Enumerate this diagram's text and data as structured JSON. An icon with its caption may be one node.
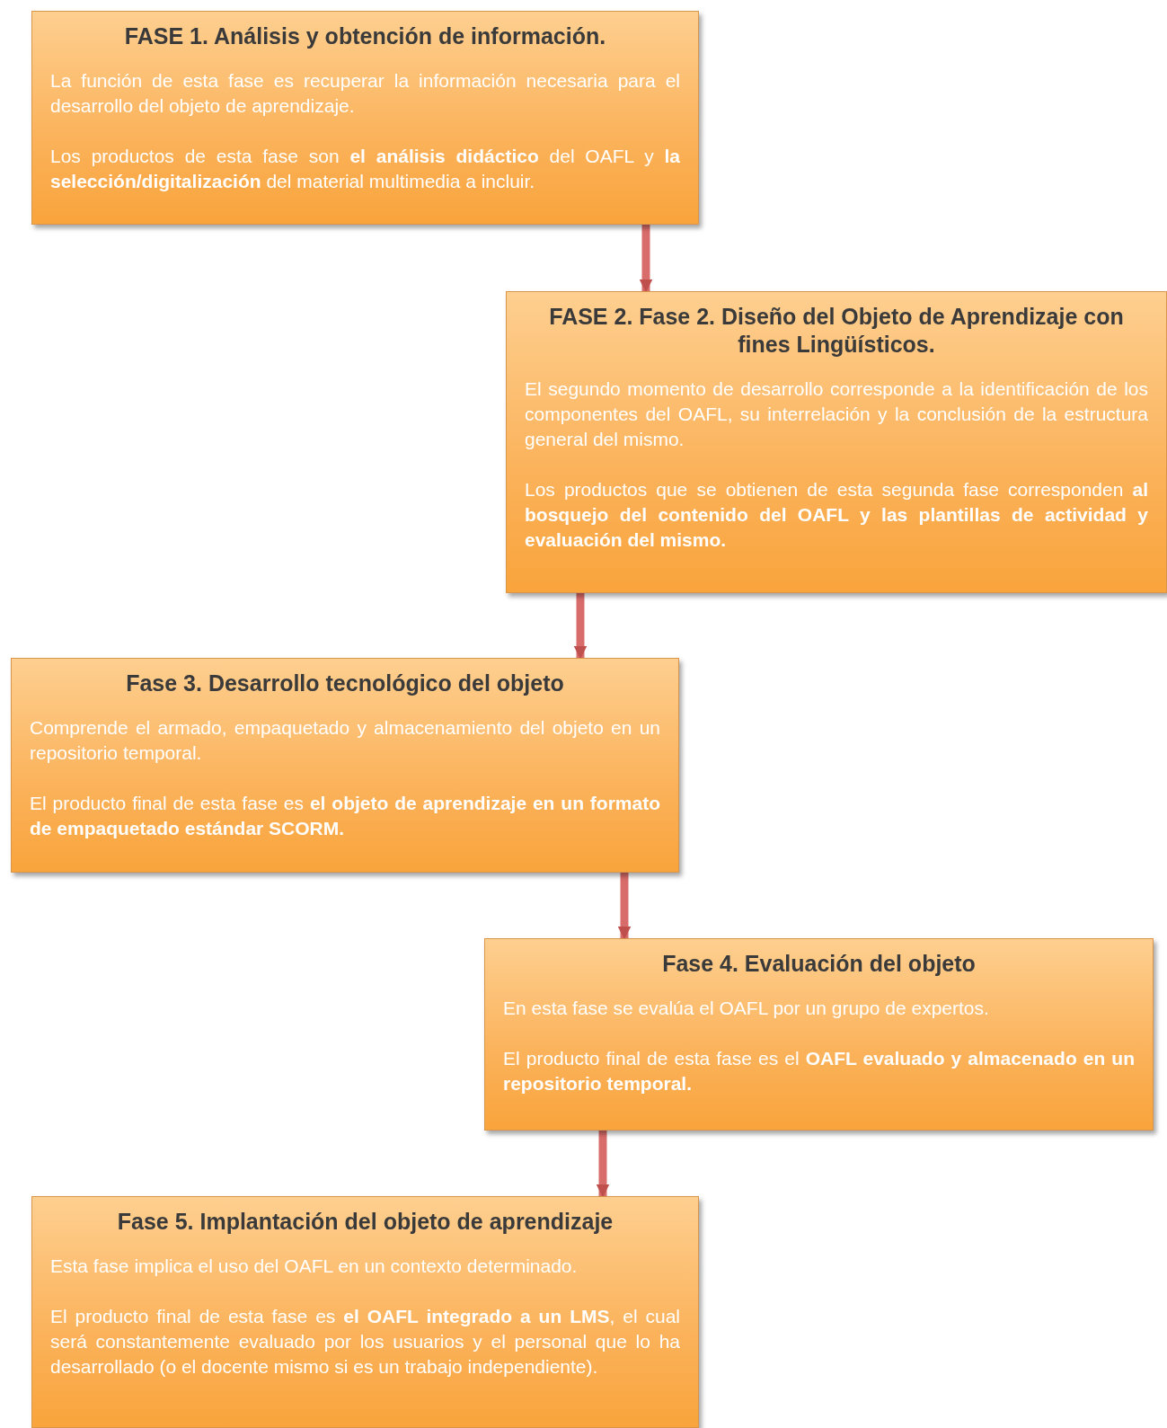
{
  "diagram": {
    "nodes": [
      {
        "text": [
          "FASE 1. Análisis y obtención de información.",
          "La función de esta fase es recuperar la información necesaria para el desarrollo del objeto de aprendizaje.",
          "Los productos de esta fase son **el análisis didáctico** del OAFL y **la selección/digitalización** del material multimedia a incluir."
        ]
      },
      {
        "text": [
          "FASE 2. Fase 2. Diseño del Objeto de Aprendizaje con fines Lingüísticos.",
          "El segundo momento de desarrollo corresponde a la identificación de los componentes del OAFL, su interrelación y la conclusión de la estructura general del mismo.",
          "Los productos que se obtienen de esta segunda fase corresponden **al bosquejo del contenido del OAFL y las plantillas de actividad y evaluación del mismo.**"
        ]
      },
      {
        "text": [
          "Fase 3. Desarrollo tecnológico del objeto",
          "Comprende el armado, empaquetado y almacenamiento del objeto en un repositorio temporal.",
          "El producto final de esta fase es **el objeto de aprendizaje en un formato de empaquetado estándar SCORM.**"
        ]
      },
      {
        "text": [
          "Fase 4. Evaluación del objeto",
          "En esta fase se evalúa el OAFL por un grupo de expertos.",
          "El producto final de esta fase es el **OAFL evaluado y almacenado en un repositorio temporal.**"
        ]
      },
      {
        "text": [
          "Fase 5. Implantación del objeto de aprendizaje",
          "Esta fase implica el uso del OAFL en un contexto determinado.",
          "El producto final de esta fase es **el OAFL integrado a un LMS**, el cual será constantemente evaluado por los usuarios y el personal que lo ha desarrollado (o el docente mismo si es un trabajo independiente)."
        ]
      }
    ],
    "edges": [
      {
        "from": 0,
        "to": 1,
        "arrow": "to"
      },
      {
        "from": 1,
        "to": 2,
        "arrow": "to"
      },
      {
        "from": 2,
        "to": 3,
        "arrow": "to"
      },
      {
        "from": 3,
        "to": 4,
        "arrow": "to"
      }
    ]
  }
}
